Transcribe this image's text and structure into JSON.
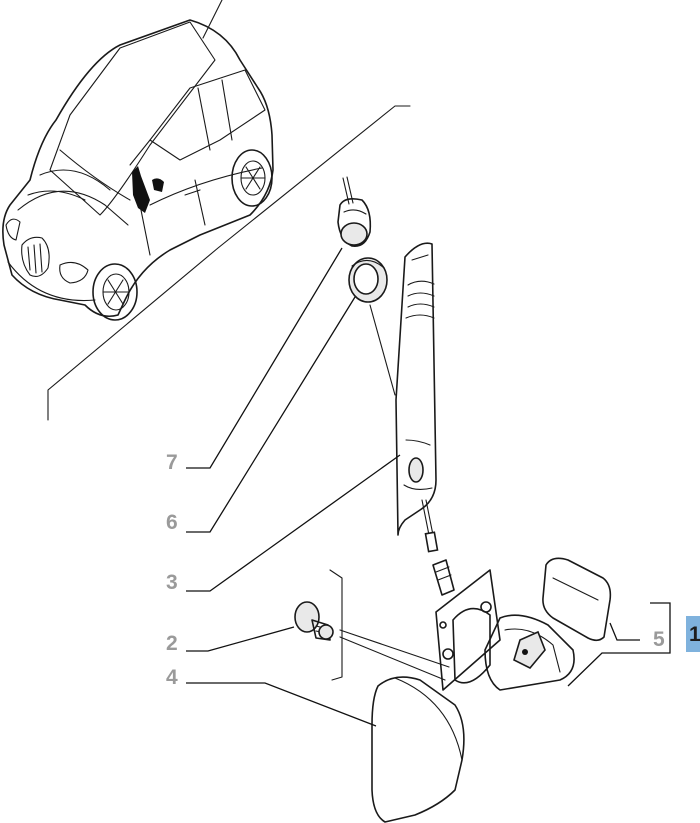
{
  "callouts": {
    "c1": "1",
    "c2": "2",
    "c3": "3",
    "c4": "4",
    "c5": "5",
    "c6": "6",
    "c7": "7"
  },
  "colors": {
    "callout_text": "#9a9a9a",
    "highlight": "#7fb2dd",
    "line": "#1a1a1a"
  }
}
